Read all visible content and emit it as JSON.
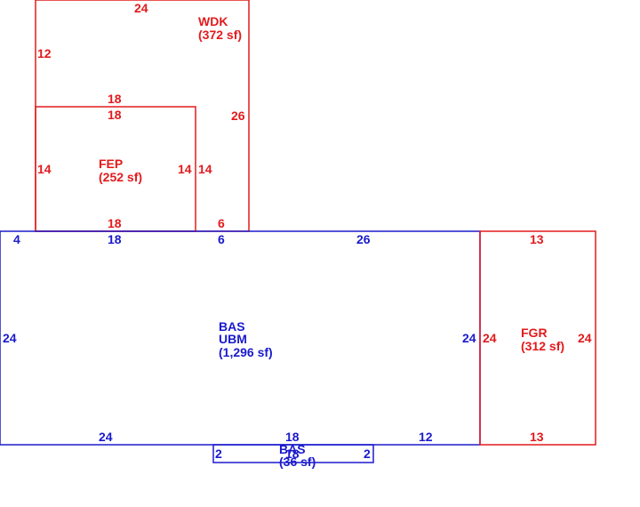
{
  "colors": {
    "red": "#e31a1c",
    "blue": "#1a1acd"
  },
  "areas": {
    "wdk": {
      "code": "WDK",
      "area": "(372 sf)"
    },
    "fep": {
      "code": "FEP",
      "area": "(252 sf)"
    },
    "bas": {
      "code": "BAS",
      "code2": "UBM",
      "area": "(1,296 sf)"
    },
    "fgr": {
      "code": "FGR",
      "area": "(312 sf)"
    },
    "bottom": {
      "code": "BAS",
      "area": "(36 sf)"
    }
  },
  "dimensions": {
    "wdk_top": "24",
    "wdk_left": "12",
    "wdk_inner_top": "18",
    "wdk_right": "26",
    "fep_top": "18",
    "fep_left": "14",
    "fep_right": "14",
    "wdk_inner_right": "14",
    "fep_bottom": "18",
    "wdk_bottom": "6",
    "bas_top_left": "4",
    "bas_top_a": "18",
    "bas_top_b": "6",
    "bas_top_c": "26",
    "bas_left": "24",
    "bas_right": "24",
    "bas_bottom_a": "24",
    "bas_bottom_b": "18",
    "bas_bottom_c": "12",
    "fgr_top": "13",
    "fgr_left": "24",
    "fgr_right": "24",
    "fgr_bottom": "13",
    "bump_left": "2",
    "bump_right": "2",
    "bump_bottom": "18"
  }
}
